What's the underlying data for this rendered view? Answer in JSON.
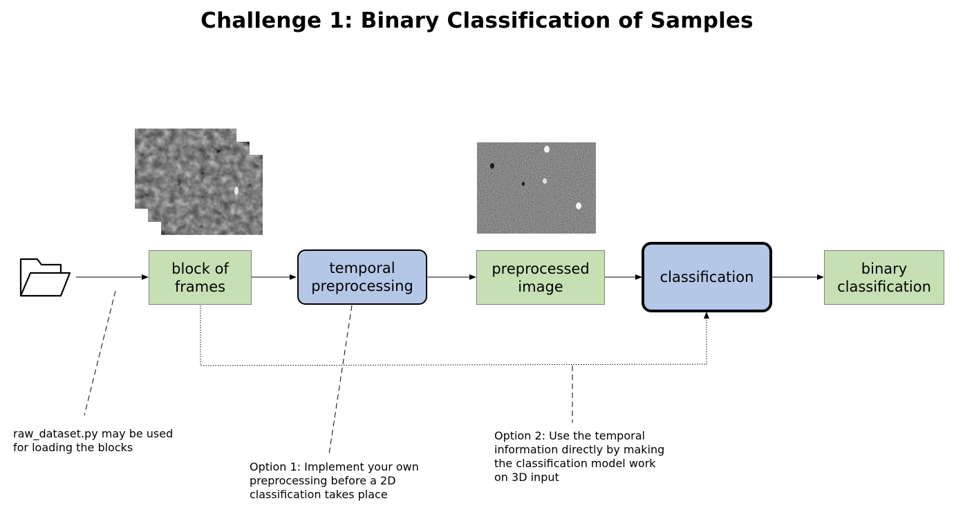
{
  "title": "Challenge 1: Binary Classification of Samples",
  "nodes": {
    "input_folder": {
      "icon": "folder-open-icon"
    },
    "block_of_frames": {
      "label": "block of\nframes"
    },
    "temporal_preprocessing": {
      "label": "temporal\npreprocessing"
    },
    "preprocessed_image": {
      "label": "preprocessed\nimage"
    },
    "classification": {
      "label": "classification"
    },
    "binary_classification": {
      "label": "binary\nclassification"
    }
  },
  "notes": {
    "raw_dataset": "raw_dataset.py may be used\nfor loading the blocks",
    "option1": "Option 1: Implement your own\npreprocessing before a 2D\nclassification takes place",
    "option2": "Option 2: Use the temporal\ninformation directly by making\nthe classification model work\non 3D input"
  },
  "colors": {
    "data_box": "#c6e0b4",
    "process_box": "#b4c7e7",
    "box_border": "#7f7f7f"
  }
}
